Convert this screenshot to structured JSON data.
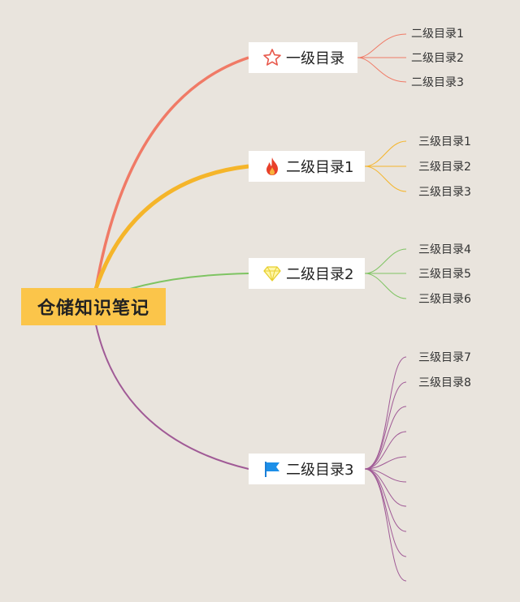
{
  "root": {
    "label": "仓储知识笔记",
    "color": "#fbc54a"
  },
  "branches": [
    {
      "label": "一级目录",
      "icon": "star-icon",
      "color": "#f07a66",
      "leaves": [
        "二级目录1",
        "二级目录2",
        "二级目录3"
      ]
    },
    {
      "label": "二级目录1",
      "icon": "fire-icon",
      "color": "#f5b52a",
      "leaves": [
        "三级目录1",
        "三级目录2",
        "三级目录3"
      ]
    },
    {
      "label": "二级目录2",
      "icon": "diamond-icon",
      "color": "#7ec462",
      "leaves": [
        "三级目录4",
        "三级目录5",
        "三级目录6"
      ]
    },
    {
      "label": "二级目录3",
      "icon": "flag-icon",
      "color": "#a05a96",
      "leaves": [
        "三级目录7",
        "三级目录8",
        "",
        "",
        "",
        "",
        "",
        "",
        "",
        ""
      ]
    }
  ]
}
